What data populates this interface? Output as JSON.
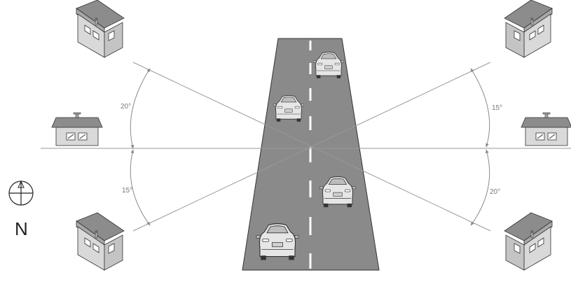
{
  "angles": {
    "top_left": "20°",
    "bottom_left": "15°",
    "top_right": "15°",
    "bottom_right": "20°"
  },
  "compass": {
    "label": "N"
  },
  "colors": {
    "road": "#8a8a8a",
    "road_edge": "#333333",
    "lane_marking": "#ffffff",
    "sight_line": "#9a9a9a",
    "house_roof": "#8c8c8c",
    "house_wall": "#d9d9d9",
    "car_body": "#e6e6e6"
  }
}
